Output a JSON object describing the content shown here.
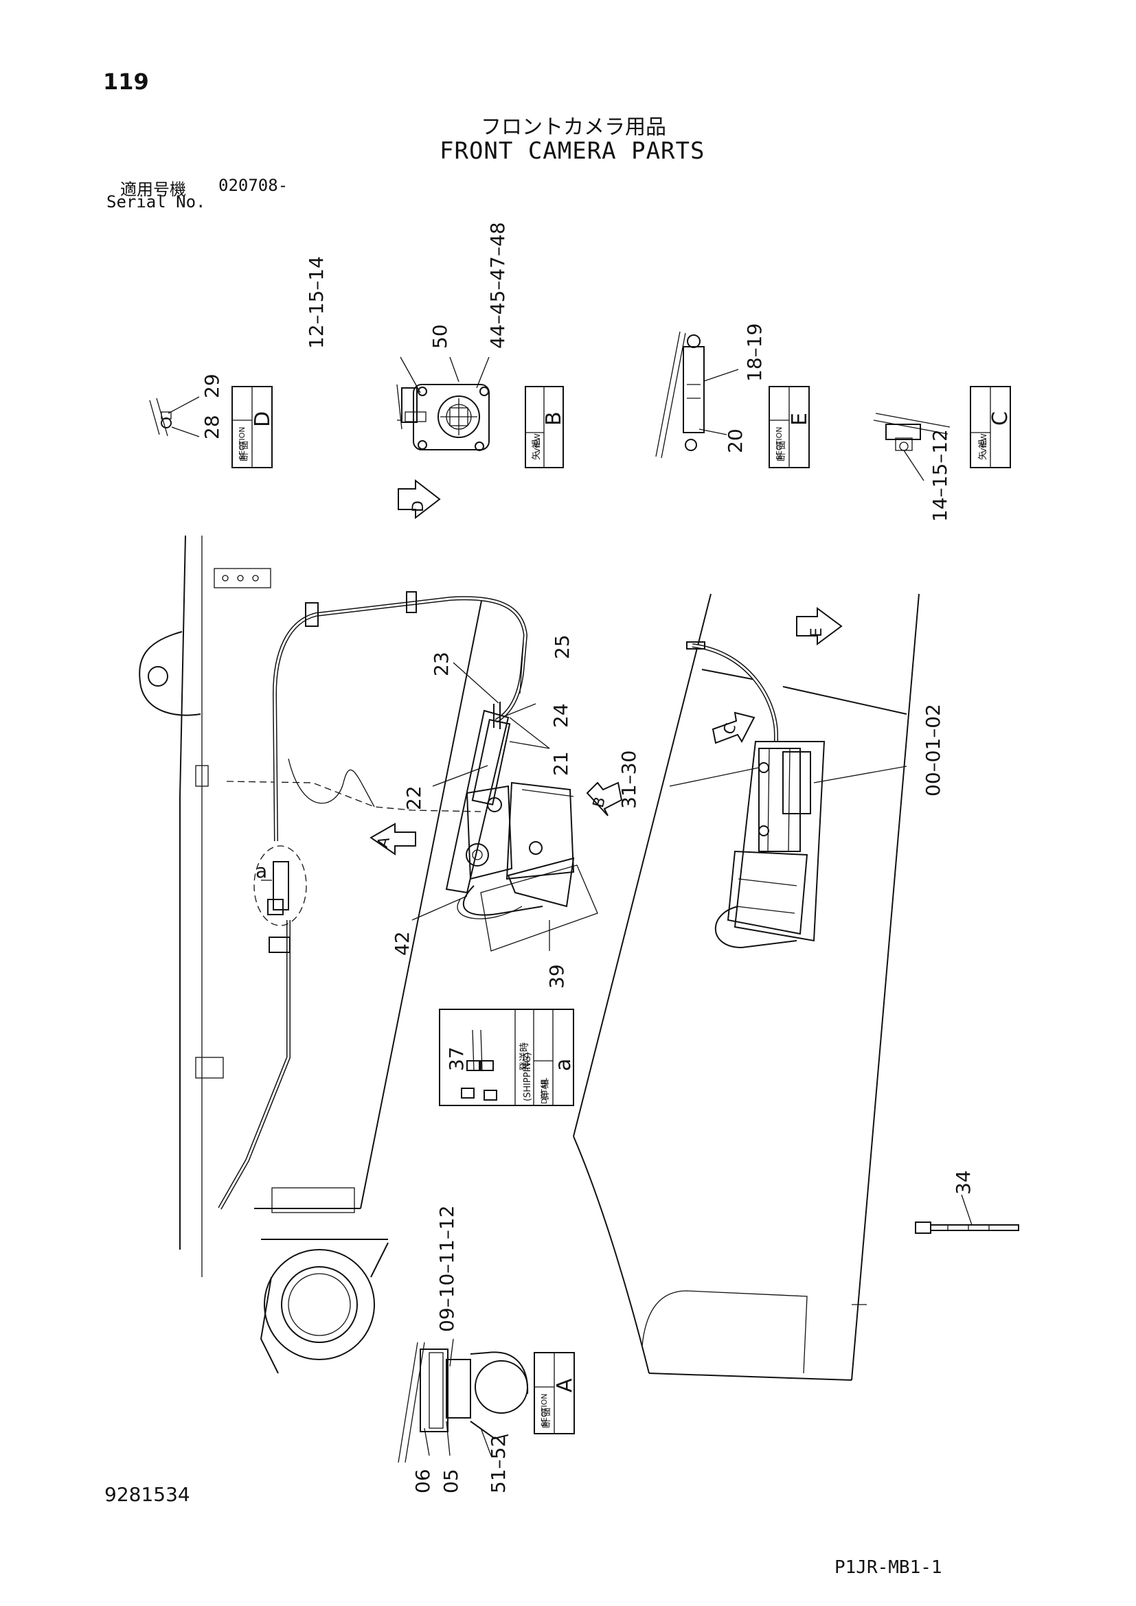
{
  "header": {
    "page_number": "119",
    "title_jp": "フロントカメラ用品",
    "title_en": "FRONT CAMERA PARTS",
    "serial_label_jp": "適用号機",
    "serial_code": "020708-",
    "serial_label_en": "Serial No."
  },
  "views": {
    "section_d": {
      "kanji": "断 面",
      "label": "SECTION",
      "letter": "D"
    },
    "view_b": {
      "kanji": "矢 視",
      "label": "VIEW",
      "letter": "B"
    },
    "section_e": {
      "kanji": "断 面",
      "label": "SECTION",
      "letter": "E"
    },
    "view_c": {
      "kanji": "矢 視",
      "label": "VIEW",
      "letter": "C"
    },
    "section_a": {
      "kanji": "断 面",
      "label": "SECTION",
      "letter": "A"
    },
    "detail_a": {
      "kanji": "詳 細",
      "label": "DETAIL",
      "letter": "a",
      "note_jp": "発送時",
      "note_en": "(SHIPPING)"
    }
  },
  "arrows": {
    "d": "D",
    "e": "E",
    "c": "C",
    "a": "A",
    "b": "B"
  },
  "callouts": {
    "sec_d": [
      "28",
      "29"
    ],
    "view_b_left": "12–15–14",
    "view_b_50": "50",
    "view_b_right": "44–45–47–48",
    "sec_e_top": "18–19",
    "sec_e_bottom": "20",
    "view_c": "14–15–12",
    "c25": "25",
    "c23": "23",
    "c24": "24",
    "c21": "21",
    "c22": "22",
    "c3130": "31–30",
    "c000102": "00–01–02",
    "c42": "42",
    "c39": "39",
    "c_a": "a",
    "c37": "37",
    "c34": "34",
    "sec_a_top": "09–10–11–12",
    "sec_a_06": "06",
    "sec_a_05": "05",
    "sec_a_5152": "51–52"
  },
  "footer": {
    "doc_number": "9281534",
    "code": "P1JR-MB1-1"
  }
}
